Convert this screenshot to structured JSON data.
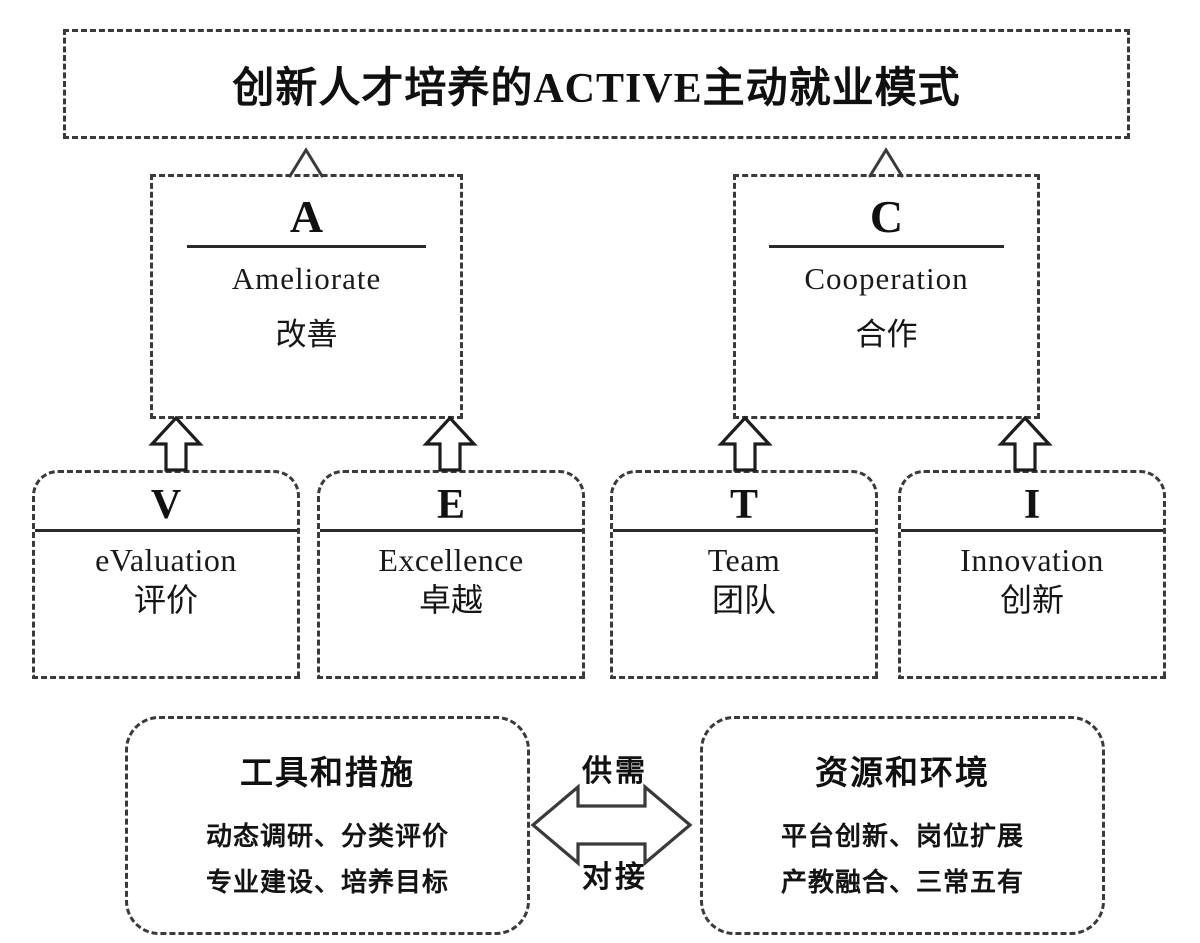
{
  "diagram": {
    "title": "创新人才培养的ACTIVE主动就业模式",
    "mid_level": [
      {
        "letter": "A",
        "english": "Ameliorate",
        "chinese": "改善"
      },
      {
        "letter": "C",
        "english": "Cooperation",
        "chinese": "合作"
      }
    ],
    "leaf_level": [
      {
        "letter": "V",
        "english": "eValuation",
        "chinese": "评价"
      },
      {
        "letter": "E",
        "english": "Excellence",
        "chinese": "卓越"
      },
      {
        "letter": "T",
        "english": "Team",
        "chinese": "团队"
      },
      {
        "letter": "I",
        "english": "Innovation",
        "chinese": "创新"
      }
    ],
    "foundation": [
      {
        "title": "工具和措施",
        "lines": [
          "动态调研、分类评价",
          "专业建设、培养目标"
        ]
      },
      {
        "title": "资源和环境",
        "lines": [
          "平台创新、岗位扩展",
          "产教融合、三常五有"
        ]
      }
    ],
    "exchange": {
      "top_label": "供需",
      "bottom_label": "对接"
    },
    "colors": {
      "stroke": "#3a3a3a",
      "text": "#151515",
      "background": "#ffffff"
    }
  }
}
